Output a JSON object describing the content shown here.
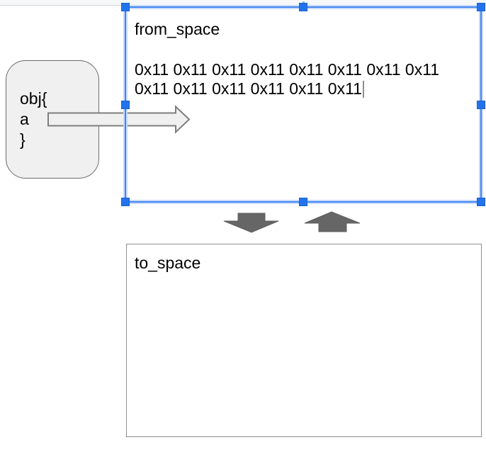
{
  "canvas": {
    "shapes": {
      "obj_box": {
        "lines": [
          "obj{",
          "a",
          "}"
        ]
      },
      "from_space": {
        "title": "from_space",
        "content_lines": [
          "0x11 0x11 0x11 0x11 0x11 0x11 0x11 0x11",
          "0x11 0x11 0x11 0x11 0x11 0x11"
        ],
        "selected": true,
        "editing_caret_visible": true
      },
      "to_space": {
        "title": "to_space"
      }
    },
    "connectors": {
      "right_arrow": "connector from obj shape into from_space box",
      "down_block_arrow": "flow from from_space toward to_space",
      "up_block_arrow": "flow from to_space toward from_space"
    }
  },
  "colors": {
    "selection_blue": "#4285f4",
    "selection_halo": "#c9dbf9",
    "handle_blue": "#2374ec",
    "shape_fill": "#f0f0f0",
    "shape_border": "#6b6b6b",
    "block_arrow_gray": "#666666",
    "box_border_gray": "#8f8f8f",
    "topbar_bg": "#f7f8f9",
    "caret_gray": "#8f8f8f"
  }
}
